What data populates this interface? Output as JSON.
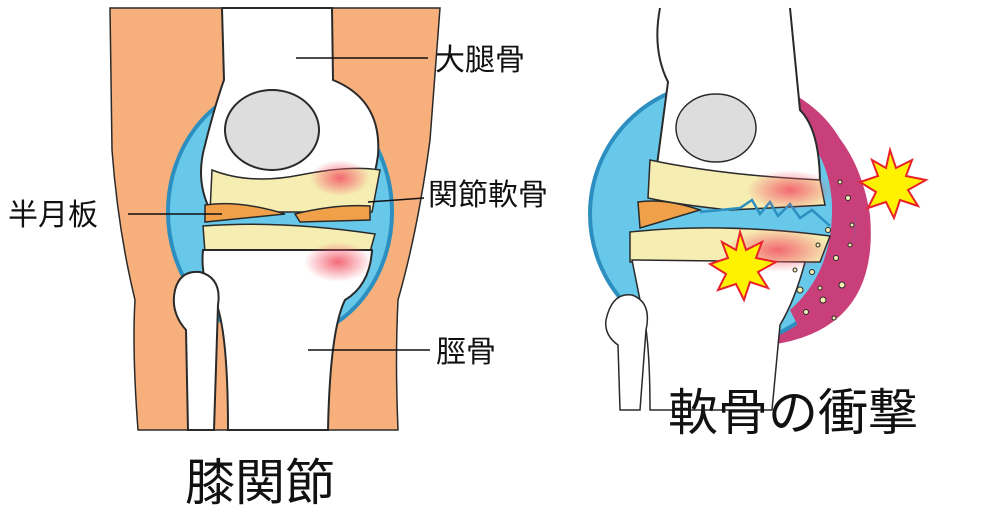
{
  "labels": {
    "femur": "大腿骨",
    "meniscus": "半月板",
    "cartilage": "関節軟骨",
    "tibia": "脛骨"
  },
  "titles": {
    "left": "膝関節",
    "right": "軟骨の衝撃"
  },
  "colors": {
    "skin": "#F7B07C",
    "capsule": "#67C8EA",
    "capsule_outline": "#2D8FBF",
    "cartilage": "#F6EDB3",
    "meniscus": "#F0A049",
    "bone": "#FFFFFF",
    "patella": "#DDDDDD",
    "synovium": "#C83F7A",
    "impact_fill": "#FFF200",
    "impact_stroke": "#E8212A",
    "pain_glow": "#F25A6A"
  }
}
